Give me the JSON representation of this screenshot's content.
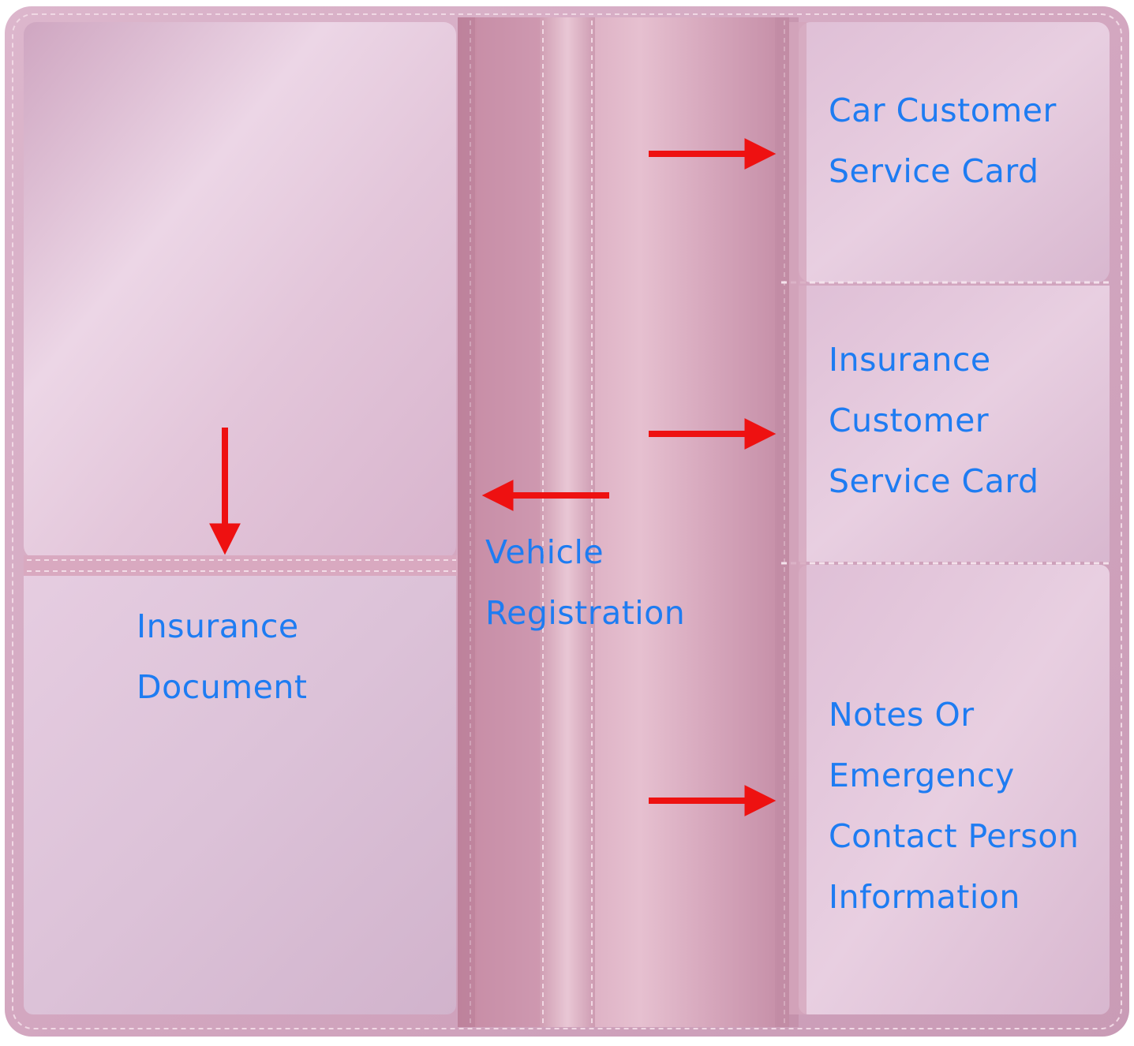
{
  "colors": {
    "label_text": "#1e7cf2",
    "arrow": "#ee1111",
    "leather_light": "#e8c9da",
    "leather_mid": "#d6a9c2",
    "leather_dark": "#b98aa6",
    "stitch": "#f3dde8"
  },
  "labels": {
    "car_service": [
      "Car Customer",
      "Service Card"
    ],
    "insurance_service": [
      "Insurance",
      "Customer",
      "Service Card"
    ],
    "notes": [
      "Notes Or",
      "Emergency",
      "Contact Person",
      "Information"
    ],
    "vehicle_registration": [
      "Vehicle",
      "Registration"
    ],
    "insurance_document": [
      "Insurance",
      "Document"
    ]
  }
}
